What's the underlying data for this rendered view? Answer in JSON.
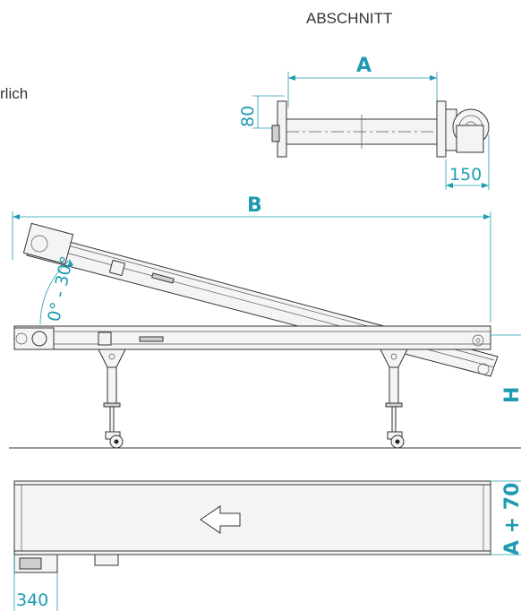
{
  "section_title": "ABSCHNITT",
  "side_text": "rlich",
  "dimensions": {
    "a": "A",
    "eighty": "80",
    "one_fifty": "150",
    "b": "B",
    "angle": "0° - 30°",
    "h": "H",
    "a_plus_70": "A + 70",
    "three_forty": "340"
  },
  "colors": {
    "accent": "#1e9bb0",
    "line": "#333333"
  }
}
